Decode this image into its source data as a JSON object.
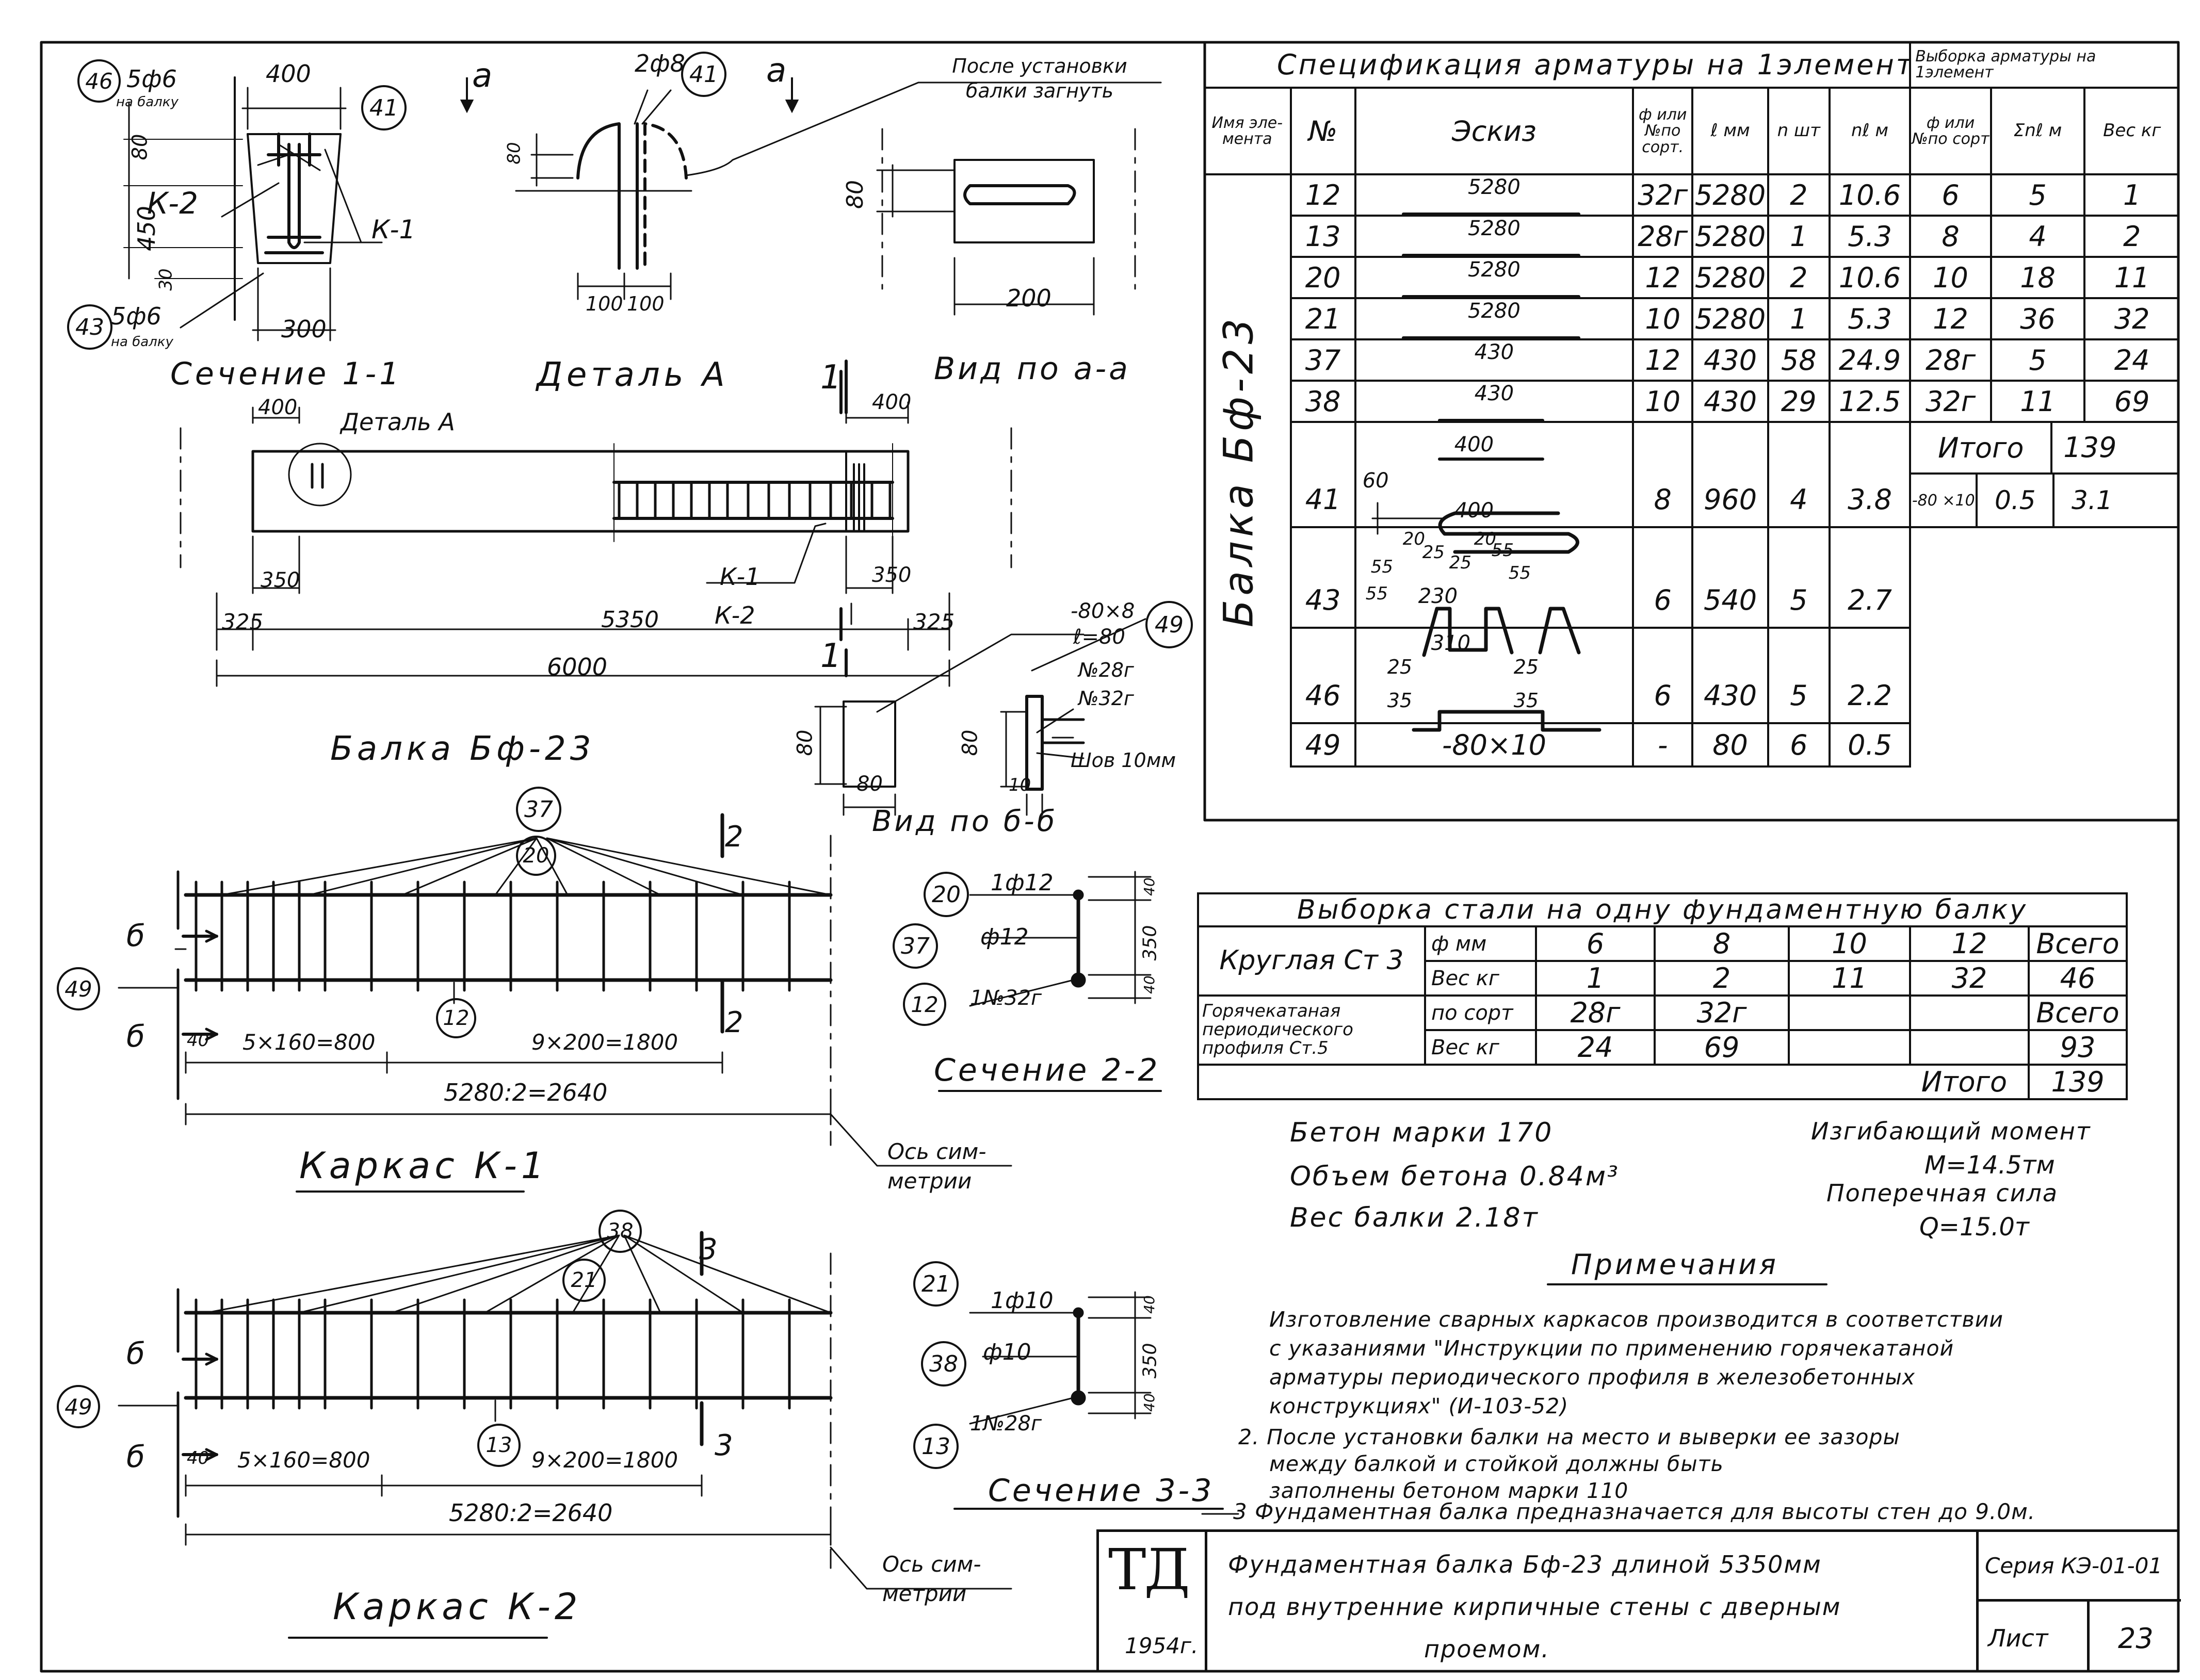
{
  "spec": {
    "title": "Спецификация арматуры на 1элемент",
    "sel_title": "Выборка арматуры на 1элемент",
    "headers": [
      "Имя эле-мента",
      "№",
      "Эскиз",
      "ф или №по сорт.",
      "ℓ мм",
      "n шт",
      "nℓ м",
      "ф или №по сорт",
      "Σnℓ м",
      "Вес кг"
    ],
    "element": "Балка Бф-23",
    "rows": [
      {
        "no": "12",
        "sketch": "5280",
        "d": "32г",
        "l": "5280",
        "n": "2",
        "nl": "10.6"
      },
      {
        "no": "13",
        "sketch": "5280",
        "d": "28г",
        "l": "5280",
        "n": "1",
        "nl": "5.3"
      },
      {
        "no": "20",
        "sketch": "5280",
        "d": "12",
        "l": "5280",
        "n": "2",
        "nl": "10.6"
      },
      {
        "no": "21",
        "sketch": "5280",
        "d": "10",
        "l": "5280",
        "n": "1",
        "nl": "5.3"
      },
      {
        "no": "37",
        "sketch": "430",
        "d": "12",
        "l": "430",
        "n": "58",
        "nl": "24.9"
      },
      {
        "no": "38",
        "sketch": "430",
        "d": "10",
        "l": "430",
        "n": "29",
        "nl": "12.5"
      },
      {
        "no": "41",
        "sketch": "",
        "d": "8",
        "l": "960",
        "n": "4",
        "nl": "3.8"
      },
      {
        "no": "43",
        "sketch": "",
        "d": "6",
        "l": "540",
        "n": "5",
        "nl": "2.7"
      },
      {
        "no": "46",
        "sketch": "",
        "d": "6",
        "l": "430",
        "n": "5",
        "nl": "2.2"
      },
      {
        "no": "49",
        "sketch": "-80×10",
        "d": "-",
        "l": "80",
        "n": "6",
        "nl": "0.5"
      }
    ],
    "selection": [
      {
        "d": "6",
        "sum": "5",
        "w": "1"
      },
      {
        "d": "8",
        "sum": "4",
        "w": "2"
      },
      {
        "d": "10",
        "sum": "18",
        "w": "11"
      },
      {
        "d": "12",
        "sum": "36",
        "w": "32"
      },
      {
        "d": "28г",
        "sum": "5",
        "w": "24"
      },
      {
        "d": "32г",
        "sum": "11",
        "w": "69"
      }
    ],
    "itogo_label": "Итого",
    "itogo_value": "139",
    "strip": {
      "d": "-80 ×10",
      "sum": "0.5",
      "w": "3.1"
    },
    "sketch41": {
      "top": "400",
      "bottom": "400",
      "h": "60"
    },
    "sketch43": {
      "a": "20",
      "b": "25",
      "c": "25",
      "d": "20",
      "e": "55",
      "f": "55",
      "g": "55",
      "h": "55",
      "base": "230"
    },
    "sketch46": {
      "top": "310",
      "l1": "25",
      "l2": "25",
      "b1": "35",
      "b2": "35"
    }
  },
  "steel": {
    "title": "Выборка стали на одну фундаментную балку",
    "round_label": "Круглая Ст 3",
    "d_label": "ф мм",
    "w_label": "Вес кг",
    "diams": [
      "6",
      "8",
      "10",
      "12"
    ],
    "round_weights": [
      "1",
      "2",
      "11",
      "32"
    ],
    "total_label": "Всего",
    "round_total": "46",
    "hot_label": "Горячекатаная периодического профиля Ст.5",
    "sort_label": "по сорт",
    "hot_sorts": [
      "28г",
      "32г"
    ],
    "hot_weights": [
      "24",
      "69"
    ],
    "hot_total_label": "Всего",
    "hot_total": "93",
    "itogo_label": "Итого",
    "itogo": "139"
  },
  "props": {
    "concrete": "Бетон марки 170",
    "volume": "Объем бетона 0.84м³",
    "weight": "Вес балки 2.18т",
    "moment_label": "Изгибающий момент",
    "moment": "М=14.5тм",
    "shear_label": "Поперечная сила",
    "shear": "Q=15.0т"
  },
  "notes": {
    "title": "Примечания",
    "n1": [
      "Изготовление сварных каркасов производится в соответствии",
      "с указаниями \"Инструкции по применению горячекатаной",
      "арматуры периодического профиля в железобетонных",
      "конструкциях\" (И-103-52)"
    ],
    "n2": [
      "2. После установки балки на место и выверки ее зазоры",
      "между балкой и стойкой должны быть",
      "заполнены бетоном марки 110"
    ],
    "n3": "3 Фундаментная балка предназначается для высоты стен до 9.0м."
  },
  "stamp": {
    "logo": "ТД",
    "year": "1954г.",
    "title_lines": [
      "Фундаментная балка Бф-23 длиной 5350мм",
      "под внутренние кирпичные стены с дверным",
      "проемом."
    ],
    "series": "Серия КЭ-01-01",
    "sheet_label": "Лист",
    "sheet": "23"
  },
  "drawings": {
    "sec11_title": "Сечение 1-1",
    "detA_title": "Деталь А",
    "viewaa_title": "Вид по а-а",
    "beam_title": "Балка Бф-23",
    "viewbb_title": "Вид по б-б",
    "k1_title": "Каркас К-1",
    "k2_title": "Каркас К-2",
    "sec22_title": "Сечение 2-2",
    "sec33_title": "Сечение 3-3",
    "axis_label": "Ось сим-метрии",
    "note_install": "После установки балки загнуть",
    "sec11": {
      "w": "400",
      "h1": "80",
      "h2": "450",
      "h3": "30",
      "b": "300",
      "k2": "К-2",
      "k1": "К-1",
      "top": "5ф6",
      "top2": "на балку",
      "bot": "5ф6",
      "bot2": "на балку"
    },
    "detA": {
      "top": "2ф8",
      "h": "80",
      "d1": "100",
      "d2": "100"
    },
    "viewaa": {
      "h": "80",
      "w": "200"
    },
    "beam": {
      "d400a": "400",
      "d400b": "400",
      "detail": "Деталь А",
      "d350a": "350",
      "d350b": "350",
      "k1": "К-1",
      "k2": "К-2",
      "d325a": "325",
      "d325b": "325",
      "mid": "5350",
      "total": "6000",
      "plate1": "-80×8",
      "plate2": "ℓ=80",
      "bar1": "№28г",
      "bar2": "№32г",
      "weld": "Шов 10мм",
      "h80a": "80",
      "w80": "80",
      "h80b": "80",
      "t10": "10"
    },
    "k1": {
      "d40": "40",
      "seg1": "5×160=800",
      "seg2": "9×200=1800",
      "half": "5280:2=2640",
      "mark": "2",
      "side": "б"
    },
    "k2": {
      "d40": "40",
      "seg1": "5×160=800",
      "seg2": "9×200=1800",
      "half": "5280:2=2640",
      "mark": "3",
      "side": "б"
    },
    "sec22": {
      "top": "1ф12",
      "mid": "ф12",
      "bot": "1№32г",
      "d1": "40",
      "d2": "350",
      "d3": "40"
    },
    "sec33": {
      "top": "1ф10",
      "mid": "ф10",
      "bot": "1№28г",
      "d1": "40",
      "d2": "350",
      "d3": "40"
    },
    "circles": {
      "c46": "46",
      "c41": "41",
      "c43": "43",
      "c49": "49",
      "c37": "37",
      "c20": "20",
      "c12": "12",
      "c38": "38",
      "c21": "21",
      "c13": "13"
    },
    "cut": {
      "a": "а",
      "one": "1",
      "two": "2",
      "three": "3"
    }
  }
}
